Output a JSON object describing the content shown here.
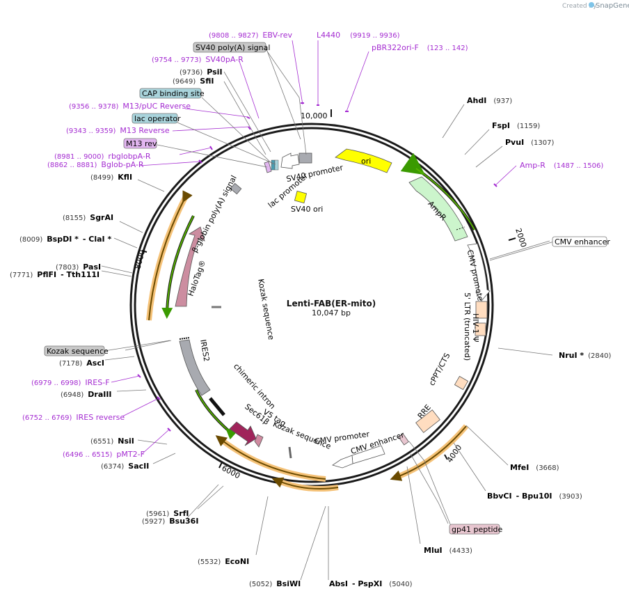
{
  "plasmid": {
    "name": "Lenti-FAB(ER-mito)",
    "size_label": "10,047 bp"
  },
  "credit": {
    "created_by": "Created by",
    "brand": "SnapGene"
  },
  "ticks": [
    "10,000",
    "2000",
    "4000",
    "6000",
    "8000"
  ],
  "enzymes": [
    {
      "name": "AhdI",
      "pos": "(937)"
    },
    {
      "name": "FspI",
      "pos": "(1159)"
    },
    {
      "name": "PvuI",
      "pos": "(1307)"
    },
    {
      "name": "NruI *",
      "pos": "(2840)"
    },
    {
      "name": "MfeI",
      "pos": "(3668)"
    },
    {
      "name": "BbvCI",
      "name2": "- Bpu10I",
      "pos": "(3903)"
    },
    {
      "name": "MluI",
      "pos": "(4433)"
    },
    {
      "name": "AbsI",
      "name2": "- PspXI",
      "pos": "(5040)"
    },
    {
      "name": "BsiWI",
      "pos": "(5052)"
    },
    {
      "name": "EcoNI",
      "pos": "(5532)"
    },
    {
      "name": "SrfI",
      "pos": "(5961)"
    },
    {
      "name": "Bsu36I",
      "pos": "(5927)"
    },
    {
      "name": "SacII",
      "pos": "(6374)"
    },
    {
      "name": "NsiI",
      "pos": "(6551)"
    },
    {
      "name": "DraIII",
      "pos": "(6948)"
    },
    {
      "name": "AscI",
      "pos": "(7178)"
    },
    {
      "name": "PflFI",
      "name2": "- Tth111I",
      "pos": "(7771)"
    },
    {
      "name": "PasI",
      "pos": "(7803)"
    },
    {
      "name": "BspDI *",
      "name2": "- ClaI *",
      "pos": "(8009)"
    },
    {
      "name": "SgrAI",
      "pos": "(8155)"
    },
    {
      "name": "KflI",
      "pos": "(8499)"
    },
    {
      "name": "SfiI",
      "pos": "(9649)"
    },
    {
      "name": "PsiI",
      "pos": "(9736)"
    }
  ],
  "primers": [
    {
      "name": "EBV-rev",
      "pos": "(9808 .. 9827)"
    },
    {
      "name": "L4440",
      "pos": "(9919 .. 9936)"
    },
    {
      "name": "pBR322ori-F",
      "pos": "(123 .. 142)"
    },
    {
      "name": "SV40pA-R",
      "pos": "(9754 .. 9773)"
    },
    {
      "name": "Amp-R",
      "pos": "(1487 .. 1506)"
    },
    {
      "name": "M13/pUC Reverse",
      "pos": "(9356 .. 9378)"
    },
    {
      "name": "M13 Reverse",
      "pos": "(9343 .. 9359)"
    },
    {
      "name": "rbglobpA-R",
      "pos": "(8981 .. 9000)"
    },
    {
      "name": "Bglob-pA-R",
      "pos": "(8862 .. 8881)"
    },
    {
      "name": "IRES-F",
      "pos": "(6979 .. 6998)"
    },
    {
      "name": "IRES reverse",
      "pos": "(6752 .. 6769)"
    },
    {
      "name": "pMT2-F",
      "pos": "(6496 .. 6515)"
    }
  ],
  "boxed_features": {
    "sv40_polya": "SV40 poly(A) signal",
    "cap_site": "CAP binding site",
    "lac_operator": "lac operator",
    "m13_rev": "M13 rev",
    "cmv_enhancer": "CMV enhancer",
    "kozak": "Kozak sequence",
    "gp41": "gp41 peptide"
  },
  "features": {
    "ori": "ori",
    "ampr": "AmpR",
    "sv40_promoter": "SV40 promoter",
    "lac_promoter": "lac promoter",
    "sv40_ori": "SV40 ori",
    "cmv_promoter_top": "CMV promoter",
    "ltr": "5' LTR (truncated)",
    "hiv_psi": "HIV-1 Ψ",
    "cppt": "cPPT/CTS",
    "rre": "RRE",
    "cmv_enhancer_in": "CMV enhancer",
    "cmv_promoter_in": "CMV promoter",
    "kozak_in": "Kozak sequence",
    "v5": "V5 tag",
    "sec61b": "Sec61β",
    "chimeric_intron": "chimeric intron",
    "ires2": "IRES2",
    "kozak_left": "Kozak sequence",
    "halotag": "HaloTag®",
    "bglobin": "β-globin poly(A) signal"
  },
  "colors": {
    "ori": "#ffff00",
    "ampr": "#ccf5cc",
    "gp41": "#e8c6d0",
    "cap": "#a9d4dc",
    "m13": "#e2b6f0",
    "sv40_polya": "#c8c8c8",
    "halotag": "#cc8da0",
    "sec61b": "#a0245a",
    "ltr": "#ffddc0",
    "orf_orange": "#f5a623",
    "orf_green": "#55b000"
  }
}
